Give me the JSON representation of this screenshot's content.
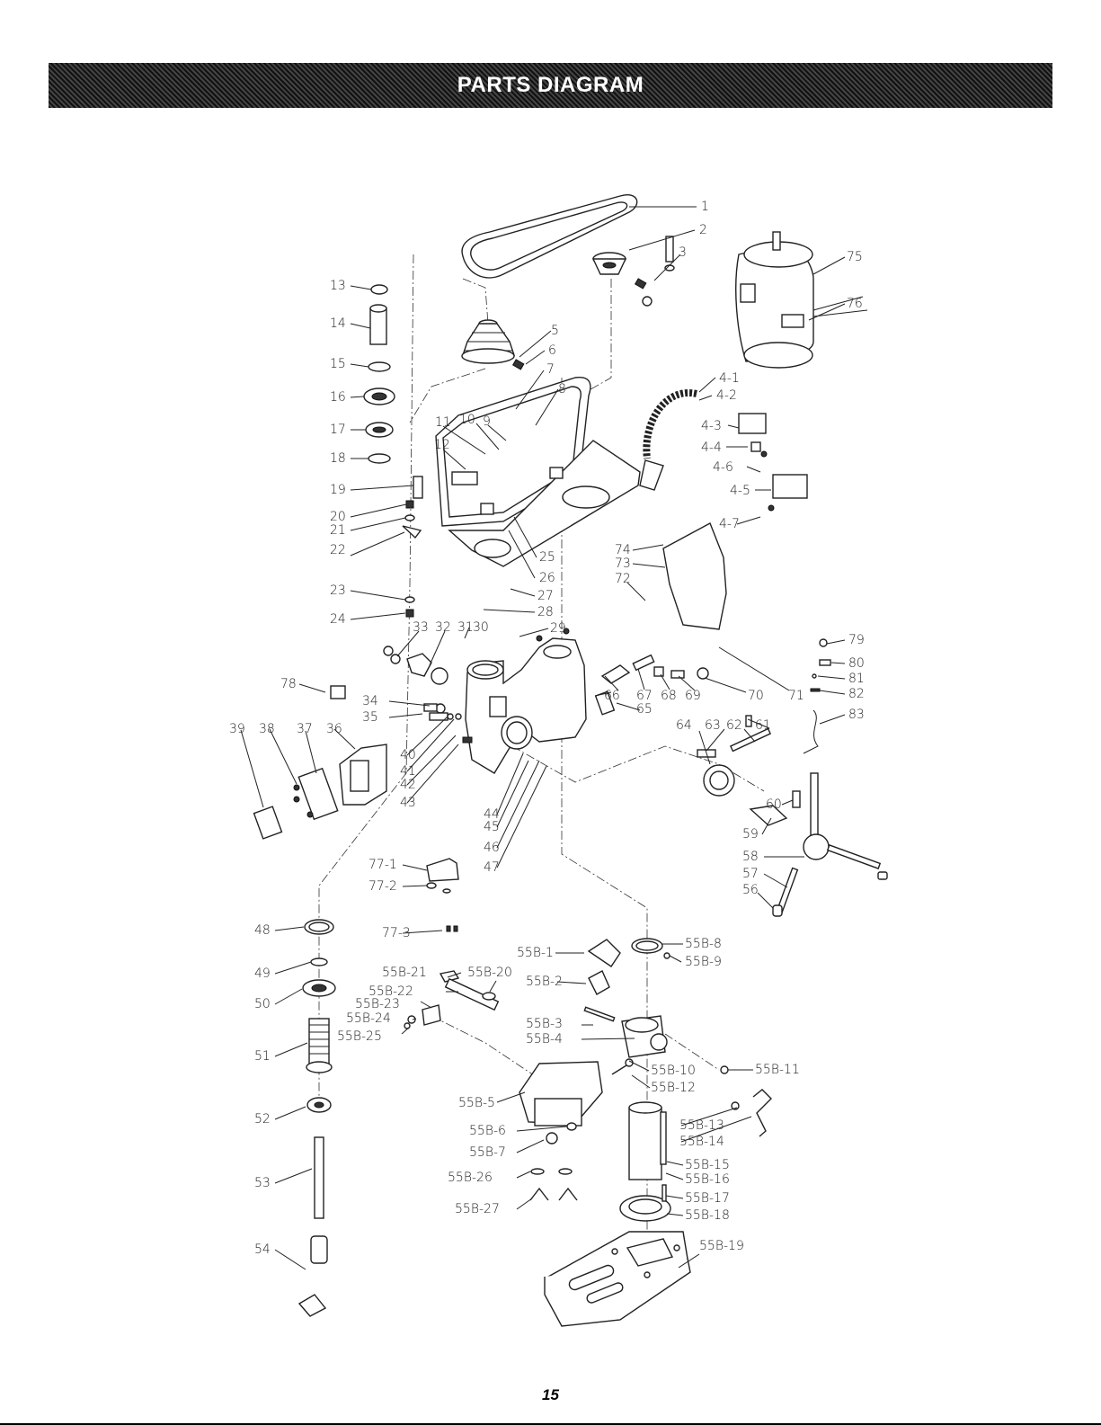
{
  "header": {
    "title": "PARTS DIAGRAM"
  },
  "footer": {
    "page_number": "15"
  },
  "callouts": [
    "1",
    "2",
    "3",
    "4-1",
    "4-2",
    "4-3",
    "4-4",
    "4-5",
    "4-6",
    "4-7",
    "5",
    "6",
    "7",
    "8",
    "9",
    "10",
    "11",
    "12",
    "13",
    "14",
    "15",
    "16",
    "17",
    "18",
    "19",
    "20",
    "21",
    "22",
    "23",
    "24",
    "25",
    "26",
    "27",
    "28",
    "29",
    "30",
    "31",
    "32",
    "33",
    "34",
    "35",
    "36",
    "37",
    "38",
    "39",
    "40",
    "41",
    "42",
    "43",
    "44",
    "45",
    "46",
    "47",
    "48",
    "49",
    "50",
    "51",
    "52",
    "53",
    "54",
    "55B-1",
    "55B-2",
    "55B-3",
    "55B-4",
    "55B-5",
    "55B-6",
    "55B-7",
    "55B-8",
    "55B-9",
    "55B-10",
    "55B-11",
    "55B-12",
    "55B-13",
    "55B-14",
    "55B-15",
    "55B-16",
    "55B-17",
    "55B-18",
    "55B-19",
    "55B-20",
    "55B-21",
    "55B-22",
    "55B-23",
    "55B-24",
    "55B-25",
    "55B-26",
    "55B-27",
    "56",
    "57",
    "58",
    "59",
    "60",
    "61",
    "62",
    "63",
    "64",
    "65",
    "66",
    "67",
    "68",
    "69",
    "70",
    "71",
    "72",
    "73",
    "74",
    "75",
    "76",
    "77-1",
    "77-2",
    "77-3",
    "78",
    "79",
    "80",
    "81",
    "82",
    "83"
  ]
}
